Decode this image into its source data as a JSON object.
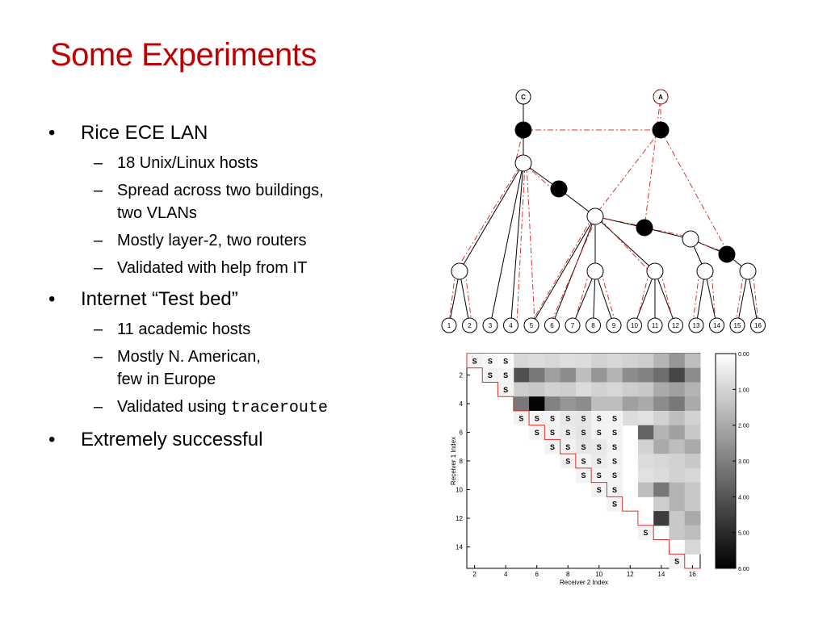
{
  "slide": {
    "title": "Some Experiments"
  },
  "bullets": [
    {
      "text": "Rice ECE LAN",
      "sub": [
        {
          "text": "18 Unix/Linux hosts",
          "text2": ""
        },
        {
          "text": "Spread across two buildings,",
          "text2": "two VLANs"
        },
        {
          "text": "Mostly layer-2, two routers",
          "text2": ""
        },
        {
          "text": "Validated with help from IT",
          "text2": ""
        }
      ]
    },
    {
      "text": "Internet “Test bed”",
      "sub": [
        {
          "text": "11 academic hosts",
          "text2": ""
        },
        {
          "text": "Mostly N. American,",
          "text2": "few in Europe"
        },
        {
          "text": "Validated using ",
          "code": "traceroute",
          "text2": ""
        }
      ]
    },
    {
      "text": "Extremely successful",
      "sub": []
    }
  ],
  "tree": {
    "root_labels": [
      "C",
      "A"
    ],
    "leaf_labels": [
      "1",
      "2",
      "3",
      "4",
      "5",
      "6",
      "7",
      "8",
      "9",
      "10",
      "11",
      "12",
      "13",
      "14",
      "15",
      "16"
    ],
    "line_color": "#000000",
    "estimate_color": "#e0302a"
  },
  "heatmap": {
    "x_label": "Receiver 2 Index",
    "y_label": "Receiver 1 Index",
    "x_ticks": [
      "2",
      "4",
      "6",
      "8",
      "10",
      "12",
      "14",
      "16"
    ],
    "y_ticks": [
      "2",
      "4",
      "6",
      "8",
      "10",
      "12",
      "14"
    ],
    "s_marker": "S",
    "colorbar_ticks": [
      "0.00",
      "1.00",
      "2.00",
      "3.00",
      "4.00",
      "5.00",
      "6.00"
    ],
    "colorbar_range": [
      0,
      6
    ],
    "boundary_color": "#e0302a"
  }
}
